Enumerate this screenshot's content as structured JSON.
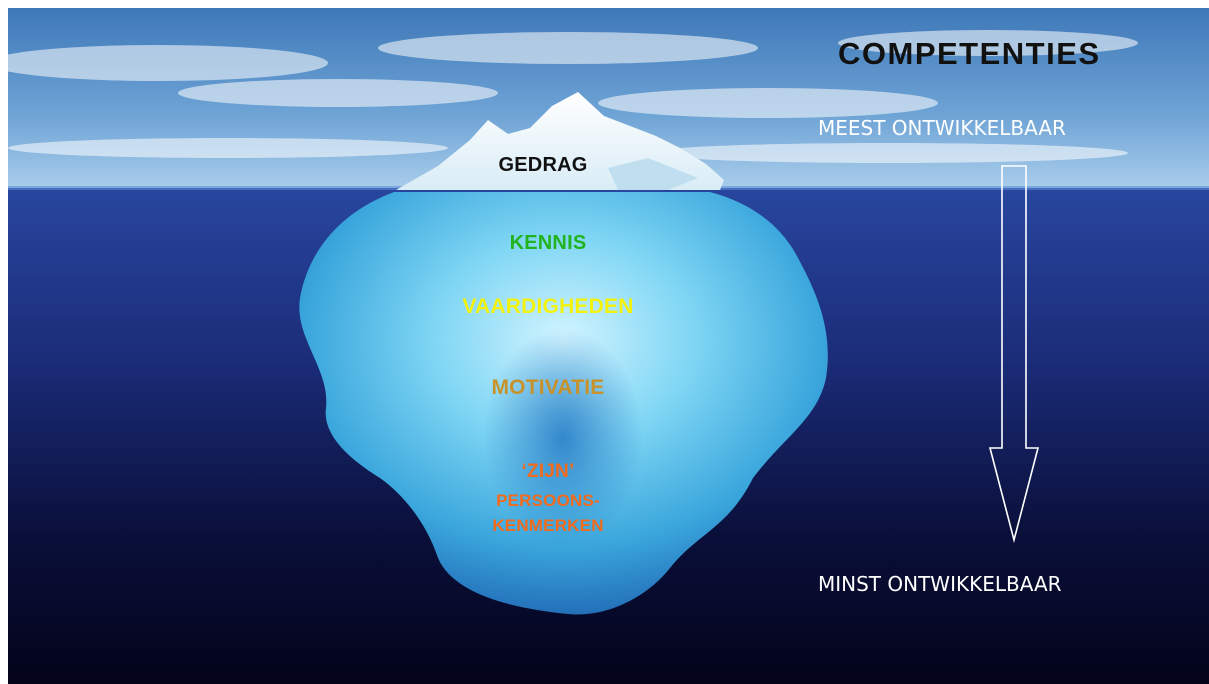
{
  "title": "COMPETENTIES",
  "scale": {
    "top_label": "MEEST ONTWIKKELBAAR",
    "bottom_label": "MINST ONTWIKKELBAAR"
  },
  "layers": [
    {
      "label": "GEDRAG",
      "color": "#111111"
    },
    {
      "label": "KENNIS",
      "color": "#22b41e"
    },
    {
      "label": "VAARDIGHEDEN",
      "color": "#f2f20c"
    },
    {
      "label": "MOTIVATIE",
      "color": "#c8922a"
    },
    {
      "label": "‘ZIJN’",
      "color": "#f26a1b"
    },
    {
      "label": "PERSOONS-",
      "color": "#f26a1b"
    },
    {
      "label": "KENMERKEN",
      "color": "#f26a1b"
    }
  ],
  "colors": {
    "sky": "#6aa0d2",
    "water_top": "#223f9c",
    "water_bottom": "#04051a",
    "ice": "#6fd0f2"
  }
}
